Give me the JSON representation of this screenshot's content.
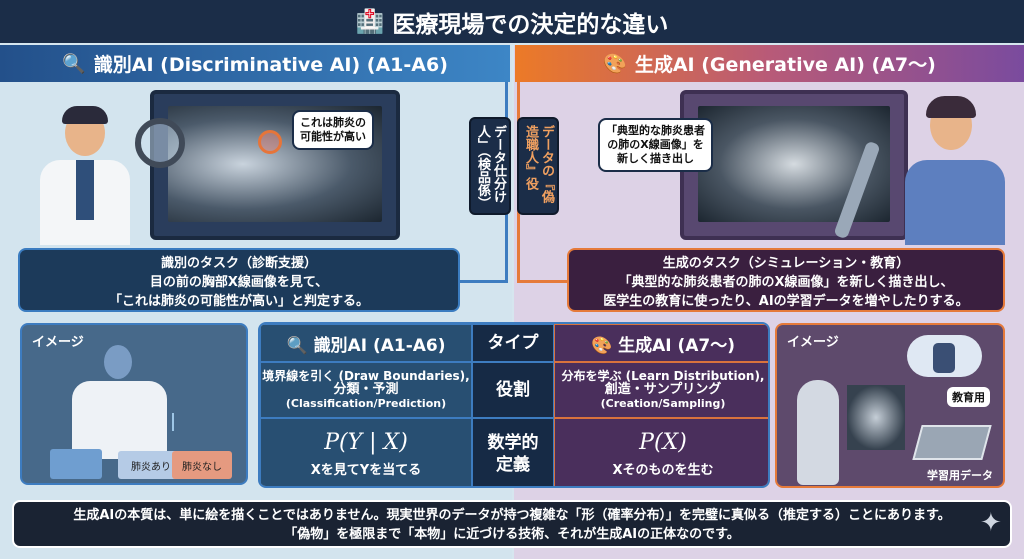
{
  "title": {
    "icon": "hospital-icon",
    "text": "医療現場での決定的な違い"
  },
  "left": {
    "header": "識別AI (Discriminative AI) (A1-A6)",
    "header_icon": "magnifier-icon",
    "bubble": [
      "これは肺炎の",
      "可能性が高い"
    ],
    "vertical_label": "データ仕分け人」（検品係）",
    "task": [
      "識別のタスク（診断支援）",
      "目の前の胸部X線画像を見て、",
      "「これは肺炎の可能性が高い」と判定する。"
    ],
    "image_label": "イメージ",
    "folders": [
      "肺炎あり",
      "肺炎なし"
    ]
  },
  "right": {
    "header": "生成AI (Generative AI) (A7〜)",
    "header_icon": "palette-icon",
    "bubble": [
      "「典型的な肺炎患者",
      "の肺のX線画像」を",
      "新しく描き出し"
    ],
    "vertical_label": "データの『偽造職人』役",
    "task": [
      "生成のタスク（シミュレーション・教育）",
      "「典型的な肺炎患者の肺のX線画像」を新しく描き出し、",
      "医学生の教育に使ったり、AIの学習データを増やしたりする。"
    ],
    "image_label": "イメージ",
    "speech": "教育用",
    "data_label": "学習用データ"
  },
  "table": {
    "left_header": "識別AI (A1-A6)",
    "mid_header": "タイプ",
    "right_header": "生成AI (A7〜)",
    "role_label": "役割",
    "left_role": [
      "境界線を引く (Draw Boundaries),",
      "分類・予測",
      "(Classification/Prediction)"
    ],
    "right_role": [
      "分布を学ぶ (Learn Distribution),",
      "創造・サンプリング",
      "(Creation/Sampling)"
    ],
    "math_label": [
      "数学的",
      "定義"
    ],
    "left_formula": "P(Y | X)",
    "left_formula_desc": "Xを見てYを当てる",
    "right_formula": "P(X)",
    "right_formula_desc": "Xそのものを生む"
  },
  "bottom": [
    "生成AIの本質は、単に絵を描くことではありません。現実世界のデータが持つ複雑な「形（確率分布）」を完璧に真似る（推定する）ことにあります。",
    "「偽物」を極限まで「本物」に近づける技術、それが生成AIの正体なのです。"
  ],
  "colors": {
    "navy": "#1b2d48",
    "blue": "#3d86c6",
    "orange": "#ec7a27",
    "purple": "#7a4b9e"
  }
}
